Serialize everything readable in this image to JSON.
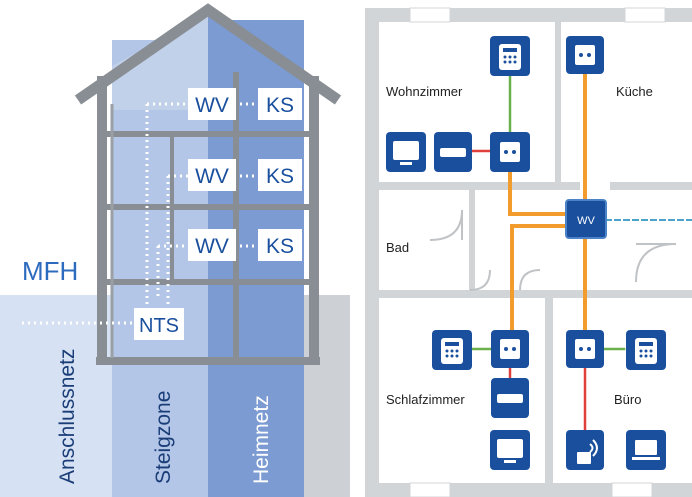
{
  "building": {
    "type_label": "MFH",
    "zones": [
      "Anschlussnetz",
      "Steigzone",
      "Heimnetz"
    ],
    "floors": [
      {
        "wv": "WV",
        "ks": "KS"
      },
      {
        "wv": "WV",
        "ks": "KS"
      },
      {
        "wv": "WV",
        "ks": "KS"
      }
    ],
    "nts_label": "NTS"
  },
  "floorplan": {
    "rooms": {
      "wohnzimmer": "Wohnzimmer",
      "kueche": "Küche",
      "bad": "Bad",
      "schlafzimmer": "Schlafzimmer",
      "buero": "Büro"
    },
    "hub_label": "WV"
  },
  "colors": {
    "zone_anschluss": "#d6e2f3",
    "zone_steig": "#b3c6e7",
    "zone_heim": "#7b9bd2",
    "house_frame": "#888e93",
    "device_blue": "#1a4f9e",
    "cable_orange": "#f39c2e",
    "cable_green": "#6ab04c",
    "cable_red": "#e0403a",
    "cable_dashed_blue": "#4aa3c9",
    "wall_gray": "#d2d5d8"
  }
}
